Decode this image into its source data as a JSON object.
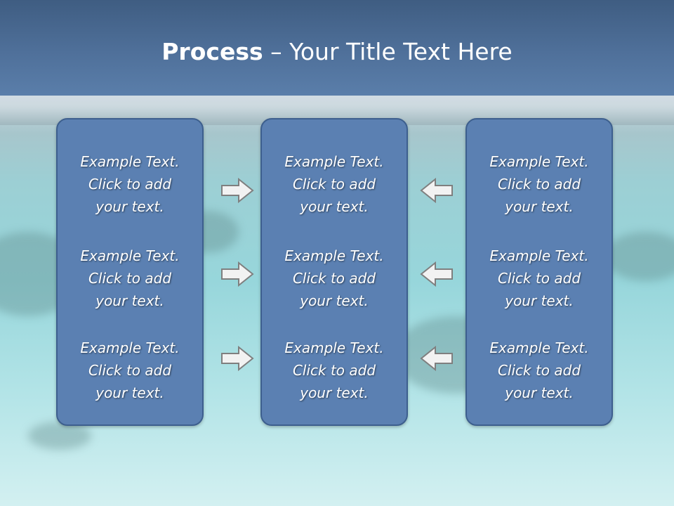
{
  "title": {
    "bold": "Process",
    "rest": " – Your Title Text Here"
  },
  "columns": [
    {
      "items": [
        {
          "line1": "Example Text.",
          "line2": "Click  to add",
          "line3": "your text."
        },
        {
          "line1": "Example Text.",
          "line2": "Click  to add",
          "line3": "your text."
        },
        {
          "line1": "Example Text.",
          "line2": "Click  to add",
          "line3": "your text."
        }
      ]
    },
    {
      "items": [
        {
          "line1": "Example Text.",
          "line2": "Click  to add",
          "line3": "your text."
        },
        {
          "line1": "Example Text.",
          "line2": "Click  to add",
          "line3": "your text."
        },
        {
          "line1": "Example Text.",
          "line2": "Click  to add",
          "line3": "your text."
        }
      ]
    },
    {
      "items": [
        {
          "line1": "Example Text.",
          "line2": "Click  to add",
          "line3": "your text."
        },
        {
          "line1": "Example Text.",
          "line2": "Click  to add",
          "line3": "your text."
        },
        {
          "line1": "Example Text.",
          "line2": "Click  to add",
          "line3": "your text."
        }
      ]
    }
  ],
  "arrows": {
    "left_group": "right-arrow-icon",
    "right_group": "left-arrow-icon",
    "fill": "#f2f2f2",
    "stroke": "#7f7f7f"
  },
  "colors": {
    "box_fill": "#5b80b2",
    "box_border": "#3d5f8e",
    "header": "#4f709a"
  }
}
